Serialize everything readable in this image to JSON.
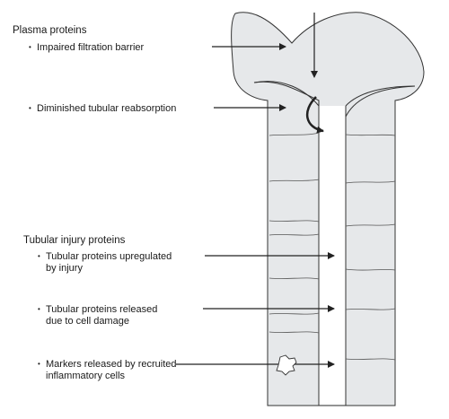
{
  "sections": {
    "plasma": {
      "heading": "Plasma proteins",
      "items": [
        {
          "lines": [
            "Impaired filtration barrier"
          ]
        },
        {
          "lines": [
            "Diminished tubular reabsorption"
          ]
        }
      ]
    },
    "tubular": {
      "heading": "Tubular injury proteins",
      "items": [
        {
          "lines": [
            "Tubular proteins upregulated",
            "by injury"
          ]
        },
        {
          "lines": [
            "Tubular proteins released",
            "due to cell damage"
          ]
        },
        {
          "lines": [
            "Markers released by recruited",
            "inflammatory cells"
          ]
        }
      ]
    }
  },
  "colors": {
    "tubule_fill": "#e6e8ea",
    "lumen_fill": "#ffffff",
    "outline": "#333333",
    "arrow": "#222222"
  },
  "icons": {
    "arrow": "arrow-right",
    "curved": "curved-arrow",
    "cell": "inflammatory-cell"
  }
}
